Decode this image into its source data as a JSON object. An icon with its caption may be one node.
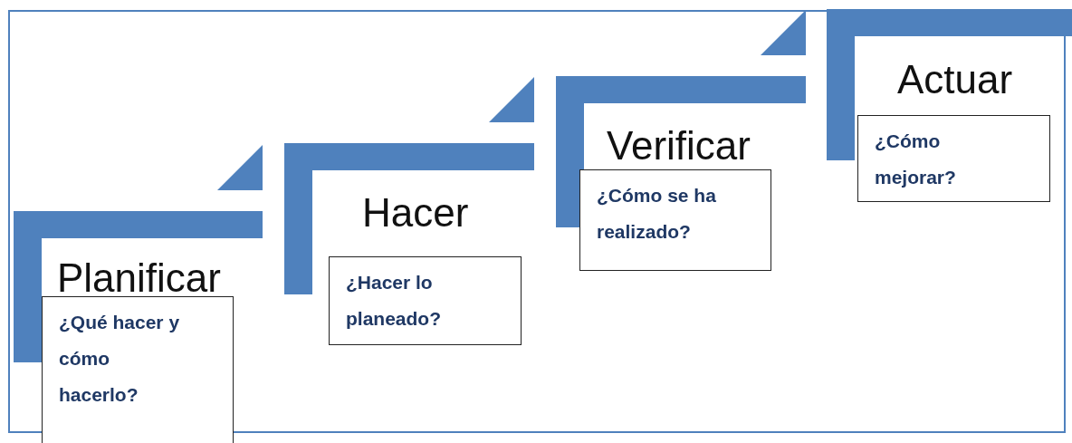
{
  "diagram": {
    "nodes": [
      {
        "text": [
          "Planificar"
        ]
      },
      {
        "text": [
          "¿Qué hacer y cómo hacerlo?"
        ]
      },
      {
        "text": [
          "Hacer"
        ]
      },
      {
        "text": [
          "¿Hacer lo planeado?"
        ]
      },
      {
        "text": [
          "Verificar"
        ]
      },
      {
        "text": [
          "¿Cómo se ha realizado?"
        ]
      },
      {
        "text": [
          "Actuar"
        ]
      },
      {
        "text": [
          "¿Cómo mejorar?"
        ]
      }
    ]
  }
}
